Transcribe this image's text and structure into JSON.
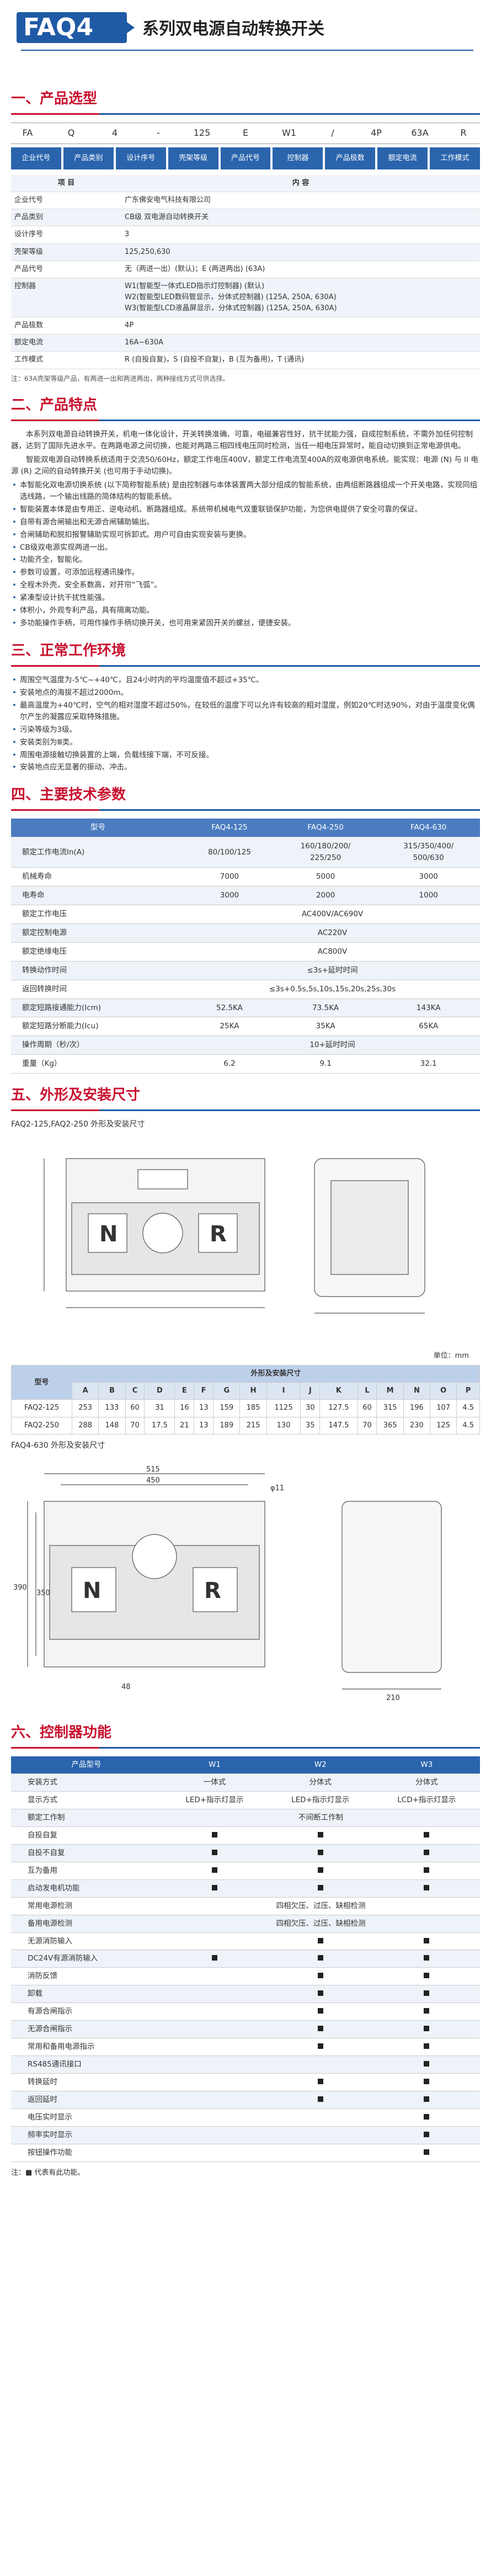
{
  "header": {
    "logo": "FAQ4",
    "title": "系列双电源自动转换开关"
  },
  "sections": {
    "s1": "一、产品选型",
    "s2": "二、产品特点",
    "s3": "三、正常工作环境",
    "s4": "四、主要技术参数",
    "s5": "五、外形及安装尺寸",
    "s6": "六、控制器功能"
  },
  "model_code": [
    "FA",
    "Q",
    "4",
    "-",
    "125",
    "E",
    "W1",
    "/",
    "4P",
    "63A",
    "R"
  ],
  "model_labels": [
    "企业代号",
    "产品类别",
    "设计序号",
    "壳架等级",
    "产品代号",
    "控制器",
    "产品极数",
    "额定电流",
    "工作模式"
  ],
  "sel_table": {
    "header": [
      "项 目",
      "内 容"
    ],
    "rows": [
      [
        "企业代号",
        "广东佛安电气科技有限公司"
      ],
      [
        "产品类别",
        "CB级 双电源自动转换开关"
      ],
      [
        "设计序号",
        "3"
      ],
      [
        "壳架等级",
        "125,250,630"
      ],
      [
        "产品代号",
        "无（两进一出）(默认)；E (两进两出) (63A)"
      ],
      [
        "控制器",
        "W1(智能型一体式LED指示灯控制器) (默认)\nW2(智能型LED数码管显示，分体式控制器) (125A, 250A, 630A)\nW3(智能型LCD液晶屏显示，分体式控制器) (125A, 250A, 630A)"
      ],
      [
        "产品极数",
        "4P"
      ],
      [
        "额定电流",
        "16A~630A"
      ],
      [
        "工作模式",
        "R (自投自复)，S (自投不自复)，B (互为备用)，T (通讯)"
      ]
    ],
    "note": "注：63A壳架等级产品，有两进一出和两进两出，两种接线方式可供选择。"
  },
  "features_intro": [
    "本系列双电源自动转换开关，机电一体化设计，开关转换准确、可靠，电磁兼容性好，抗干扰能力强，自成控制系统，不需外加任何控制器，达到了国际先进水平。在两路电源之间切换，也能对两路三相四线电压同时检测，当任一相电压异常时，能自动切换到正常电源供电。",
    "智能双电源自动转换系统适用于交流50/60Hz，额定工作电压400V，额定工作电流至400A的双电源供电系统。能实现：电源 (N) 与 II 电源 (R) 之间的自动转换开关 (也可用于手动切换)。"
  ],
  "features": [
    "本智能化双电源切换系统 (以下简称智能系统) 是由控制器与本体装置两大部分组成的智能系统，由两组断路器组成一个开关电路，实现同组选线路，一个输出线路的简体结构的智能系统。",
    "智能装置本体是由专用正、逆电动机、断路器组成。系统带机械电气双重联锁保护功能，为您供电提供了安全可靠的保证。",
    "自带有源合闸输出和无源合闸辅助输出。",
    "合闸辅助和脱扣报警辅助实现可拆卸式。用户可自由实现安装与更换。",
    "CB级双电源实现两进一出。",
    "功能齐全，智能化。",
    "参数可设置，可添加远程通讯操作。",
    "全程木外壳，安全系数高，对开帘“飞弧”。",
    "紧凑型设计抗干扰性能强。",
    "体积小，外观专利产品，具有隔离功能。",
    "多功能操作手柄，可用作操作手柄切换开关，也可用来紧固开关的螺丝，便捷安装。"
  ],
  "env": [
    "周围空气温度为-5℃~+40℃，且24小时内的平均温度值不超过+35℃。",
    "安装地点的海拔不超过2000m。",
    "最高温度为+40℃时，空气的相对湿度不超过50%，在较低的温度下可以允许有较高的相对湿度，例如20℃时达90%，对由于温度变化偶尔产生的凝露应采取特殊措施。",
    "污染等级为3级。",
    "安装类别为Ⅲ类。",
    "周围电源接触切换装置的上端，负载线接下端，不可反接。",
    "安装地点应无显著的振动、冲击。"
  ],
  "tech": {
    "header": [
      "型号",
      "FAQ4-125",
      "FAQ4-250",
      "FAQ4-630"
    ],
    "rows": [
      [
        "额定工作电流In(A)",
        "80/100/125",
        "160/180/200/\n225/250",
        "315/350/400/\n500/630"
      ],
      [
        "机械寿命",
        "7000",
        "5000",
        "3000"
      ],
      [
        "电寿命",
        "3000",
        "2000",
        "1000"
      ],
      [
        "额定工作电压",
        "AC400V/AC690V",
        "",
        ""
      ],
      [
        "额定控制电源",
        "AC220V",
        "",
        ""
      ],
      [
        "额定绝缘电压",
        "AC800V",
        "",
        ""
      ],
      [
        "转换动作时间",
        "≤3s+延时时间",
        "",
        ""
      ],
      [
        "返回转换时间",
        "≤3s+0.5s,5s,10s,15s,20s,25s,30s",
        "",
        ""
      ],
      [
        "额定短路接通能力(Icm)",
        "52.5KA",
        "73.5KA",
        "143KA"
      ],
      [
        "额定短路分断能力(Icu)",
        "25KA",
        "35KA",
        "65KA"
      ],
      [
        "操作周期（秒/次）",
        "10+延时时间",
        "",
        ""
      ],
      [
        "重量（Kg）",
        "6.2",
        "9.1",
        "32.1"
      ]
    ]
  },
  "dims": {
    "caption1": "FAQ2-125,FAQ2-250 外形及安装尺寸",
    "unit": "单位：mm",
    "tbl_title": "外形及安装尺寸",
    "model_head": "型号",
    "cols": [
      "A",
      "B",
      "C",
      "D",
      "E",
      "F",
      "G",
      "H",
      "I",
      "J",
      "K",
      "L",
      "M",
      "N",
      "O",
      "P"
    ],
    "rows": [
      [
        "FAQ2-125",
        "253",
        "133",
        "60",
        "31",
        "16",
        "13",
        "159",
        "185",
        "1125",
        "30",
        "127.5",
        "60",
        "315",
        "196",
        "107",
        "4.5"
      ],
      [
        "FAQ2-250",
        "288",
        "148",
        "70",
        "17.5",
        "21",
        "13",
        "189",
        "215",
        "130",
        "35",
        "147.5",
        "70",
        "365",
        "230",
        "125",
        "4.5"
      ]
    ],
    "caption2": "FAQ4-630 外形及安装尺寸",
    "d630": {
      "w1": "515",
      "w2": "450",
      "phi": "φ11",
      "h1": "390",
      "h2": "350",
      "b": "48",
      "side": "210",
      "n": "N",
      "r": "R"
    }
  },
  "ctrl": {
    "header": [
      "产品型号",
      "W1",
      "W2",
      "W3"
    ],
    "rows": [
      [
        "安装方式",
        "一体式",
        "分体式",
        "分体式"
      ],
      [
        "显示方式",
        "LED+指示灯显示",
        "LED+指示灯显示",
        "LCD+指示灯显示"
      ],
      [
        "额定工作制",
        "不间断工作制",
        "",
        ""
      ],
      [
        "自投自复",
        "■",
        "■",
        "■"
      ],
      [
        "自投不自复",
        "■",
        "■",
        "■"
      ],
      [
        "互为备用",
        "■",
        "■",
        "■"
      ],
      [
        "启动发电机功能",
        "■",
        "■",
        "■"
      ],
      [
        "常用电源检测",
        "四相欠压、过压、缺相检测",
        "",
        ""
      ],
      [
        "备用电源检测",
        "四相欠压、过压、缺相检测",
        "",
        ""
      ],
      [
        "无源消防输入",
        "",
        "■",
        "■"
      ],
      [
        "DC24V有源消防输入",
        "■",
        "■",
        "■"
      ],
      [
        "消防反馈",
        "",
        "■",
        "■"
      ],
      [
        "卸载",
        "",
        "■",
        "■"
      ],
      [
        "有源合闸指示",
        "",
        "■",
        "■"
      ],
      [
        "无源合闸指示",
        "",
        "■",
        "■"
      ],
      [
        "常用和备用电源指示",
        "",
        "■",
        "■"
      ],
      [
        "RS485通讯接口",
        "",
        "",
        "■"
      ],
      [
        "转换延时",
        "",
        "■",
        "■"
      ],
      [
        "返回延时",
        "",
        "■",
        "■"
      ],
      [
        "电压实时显示",
        "",
        "",
        "■"
      ],
      [
        "频率实时显示",
        "",
        "",
        "■"
      ],
      [
        "按钮操作功能",
        "",
        "",
        "■"
      ]
    ],
    "note": "注：■ 代表有此功能。"
  }
}
